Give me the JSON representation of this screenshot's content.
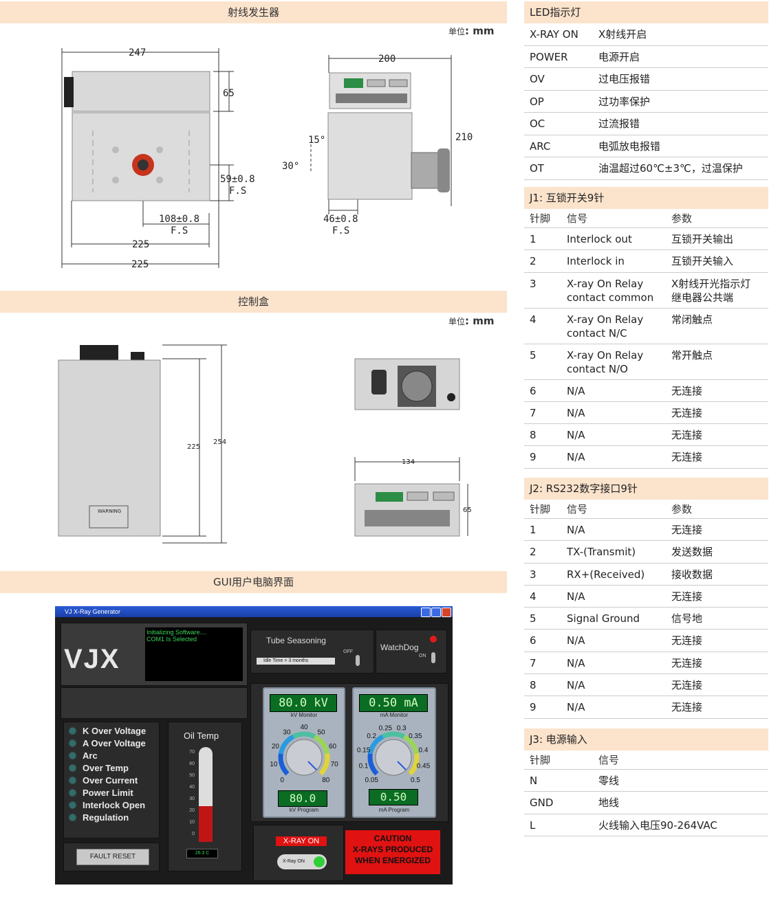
{
  "sections": {
    "generator": "射线发生器",
    "controller": "控制盒",
    "gui": "GUI用户电脑界面"
  },
  "unit_label": "单位",
  "unit_value": ": mm",
  "dims_generator": {
    "d247": "247",
    "d65": "65",
    "d59": "59±0.8",
    "fs1": "F.S",
    "d108": "108±0.8",
    "fs2": "F.S",
    "d225a": "225",
    "d225b": "225",
    "d200": "200",
    "d210": "210",
    "a15": "15°",
    "a30": "30°",
    "d46": "46±0.8",
    "fs3": "F.S"
  },
  "dims_controller": {
    "d225": "225",
    "d254": "254",
    "d134": "134",
    "d65": "65",
    "warning": "WARNING"
  },
  "led_table": {
    "title": "LED指示灯",
    "rows": [
      {
        "name": "X-RAY ON",
        "desc": "X射线开启"
      },
      {
        "name": "POWER",
        "desc": "电源开启"
      },
      {
        "name": "OV",
        "desc": "过电压报错"
      },
      {
        "name": "OP",
        "desc": "过功率保护"
      },
      {
        "name": "OC",
        "desc": "过流报错"
      },
      {
        "name": "ARC",
        "desc": "电弧放电报错"
      },
      {
        "name": "OT",
        "desc": "油温超过60℃±3℃，过温保护"
      }
    ]
  },
  "j1": {
    "title": "J1: 互锁开关9针",
    "headers": [
      "针脚",
      "信号",
      "参数"
    ],
    "rows": [
      {
        "pin": "1",
        "sig": "Interlock out",
        "param": "互锁开关输出"
      },
      {
        "pin": "2",
        "sig": "Interlock in",
        "param": "互锁开关输入"
      },
      {
        "pin": "3",
        "sig": "X-ray On Relay",
        "sig2": "contact common",
        "param": "X射线开光指示灯",
        "param2": "继电器公共端"
      },
      {
        "pin": "4",
        "sig": "X-ray On Relay",
        "sig2": "contact N/C",
        "param": "常闭触点",
        "param2": ""
      },
      {
        "pin": "5",
        "sig": "X-ray On Relay",
        "sig2": "contact N/O",
        "param": "常开触点",
        "param2": ""
      },
      {
        "pin": "6",
        "sig": "N/A",
        "param": "无连接"
      },
      {
        "pin": "7",
        "sig": "N/A",
        "param": "无连接"
      },
      {
        "pin": "8",
        "sig": "N/A",
        "param": "无连接"
      },
      {
        "pin": "9",
        "sig": "N/A",
        "param": "无连接"
      }
    ]
  },
  "j2": {
    "title": "J2: RS232数字接口9针",
    "headers": [
      "针脚",
      "信号",
      "参数"
    ],
    "rows": [
      {
        "pin": "1",
        "sig": "N/A",
        "param": "无连接"
      },
      {
        "pin": "2",
        "sig": "TX-(Transmit)",
        "param": "发送数据"
      },
      {
        "pin": "3",
        "sig": "RX+(Received)",
        "param": "接收数据"
      },
      {
        "pin": "4",
        "sig": "N/A",
        "param": "无连接"
      },
      {
        "pin": "5",
        "sig": "Signal Ground",
        "param": "信号地"
      },
      {
        "pin": "6",
        "sig": "N/A",
        "param": "无连接"
      },
      {
        "pin": "7",
        "sig": "N/A",
        "param": "无连接"
      },
      {
        "pin": "8",
        "sig": "N/A",
        "param": "无连接"
      },
      {
        "pin": "9",
        "sig": "N/A",
        "param": "无连接"
      }
    ]
  },
  "j3": {
    "title": "J3: 电源输入",
    "headers": [
      "针脚",
      "信号"
    ],
    "rows": [
      {
        "pin": "N",
        "sig": "零线"
      },
      {
        "pin": "GND",
        "sig": "地线"
      },
      {
        "pin": "L",
        "sig": "火线输入电压90-264VAC"
      }
    ]
  },
  "gui_app": {
    "window_title": "VJ X-Ray Generator",
    "logo": "VJX",
    "status_line1": "Initializing Software....",
    "status_line2": "COM1 Is Selected",
    "tube_seasoning": "Tube Seasoning",
    "off": "OFF",
    "idle_time": "Idle Time > 3 months",
    "watchdog": "WatchDog",
    "on": "ON",
    "faults": [
      "K Over Voltage",
      "A Over Voltage",
      "Arc",
      "Over Temp",
      "Over Current",
      "Power Limit",
      "Interlock Open",
      "Regulation"
    ],
    "fault_reset": "FAULT RESET",
    "oil_temp": "Oil Temp",
    "oil_ticks": [
      "70",
      "60",
      "50",
      "40",
      "30",
      "20",
      "10",
      "0"
    ],
    "oil_value": "26.3 C",
    "oil_fill": 0.38,
    "kv_monitor_value": "80.0 kV",
    "kv_monitor_label": "kV Monitor",
    "kv_scale": [
      "0",
      "10",
      "20",
      "30",
      "40",
      "50",
      "60",
      "70",
      "80"
    ],
    "kv_program_value": "80.0",
    "kv_program_label": "kV Program",
    "ma_monitor_value": "0.50 mA",
    "ma_monitor_label": "mA Monitor",
    "ma_scale": [
      "0.05",
      "0.1",
      "0.15",
      "0.2",
      "0.25",
      "0.3",
      "0.35",
      "0.4",
      "0.45",
      "0.5"
    ],
    "ma_program_value": "0.50",
    "ma_program_label": "mA Program",
    "xray_on_label": "X-RAY ON",
    "xray_on_button": "X-Ray ON",
    "caution1": "CAUTION",
    "caution2": "X-RAYS PRODUCED",
    "caution3": "WHEN ENERGIZED",
    "colors": {
      "lcd_green": "#0b6c24",
      "caution_red": "#e01212"
    }
  }
}
